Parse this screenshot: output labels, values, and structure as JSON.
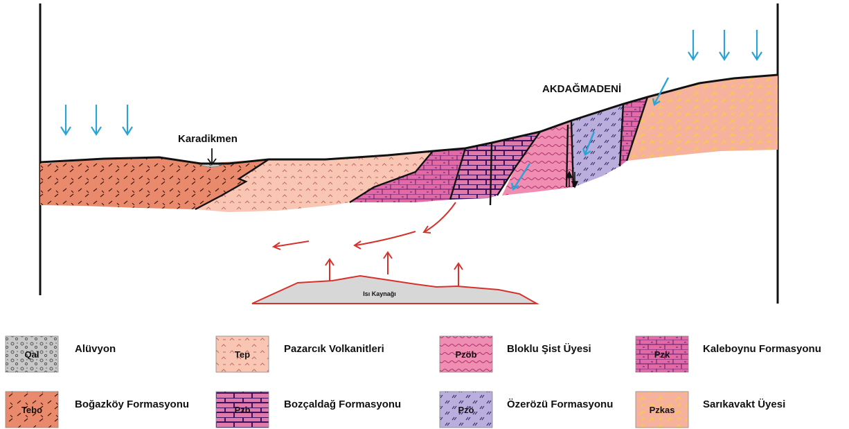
{
  "diagram": {
    "place_labels": {
      "karadikmen": "Karadikmen",
      "akdagmadeni": "AKDAĞMADENİ"
    },
    "heat_source_label": "Isı Kaynağı",
    "colors": {
      "qal": "#c8c8c8",
      "tebo": "#e98a6c",
      "tep": "#f8c6b3",
      "pzob": "#f08db2",
      "pzk": "#e46aa6",
      "pzb": "#e07aa8",
      "pzo": "#b9aedc",
      "pzkas": "#f6b29c",
      "water_arrow": "#2aa3d6",
      "heat_arrow": "#d6312b",
      "heat_source": "#d7d7d7"
    }
  },
  "legend": [
    {
      "code": "Qal",
      "name": "Alüvyon",
      "swatch": "qal"
    },
    {
      "code": "Tep",
      "name": "Pazarcık Volkanitleri",
      "swatch": "tep"
    },
    {
      "code": "Pzöb",
      "name": "Bloklu Şist Üyesi",
      "swatch": "pzob"
    },
    {
      "code": "Pzk",
      "name": "Kaleboynu Formasyonu",
      "swatch": "pzk"
    },
    {
      "code": "Tebo",
      "name": "Boğazköy Formasyonu",
      "swatch": "tebo"
    },
    {
      "code": "Pzb",
      "name": "Bozçaldağ Formasyonu",
      "swatch": "pzb"
    },
    {
      "code": "Pzö",
      "name": "Özerözü Formasyonu",
      "swatch": "pzo"
    },
    {
      "code": "Pzkas",
      "name": "Sarıkavakt Üyesi",
      "swatch": "pzkas"
    }
  ]
}
